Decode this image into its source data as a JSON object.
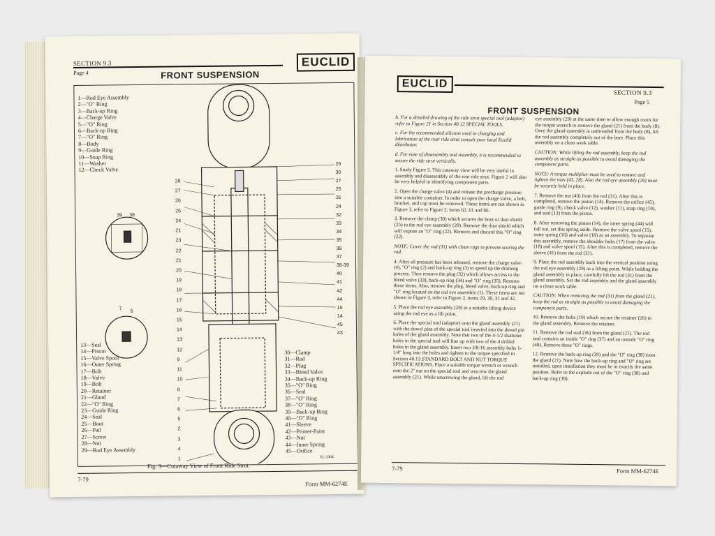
{
  "left_page": {
    "section": "SECTION 9.3",
    "page_label": "Page 4",
    "logo": "EUCLID",
    "title": "FRONT SUSPENSION",
    "figure_caption": "Fig. 3—Cutaway View of Front Ride Strut",
    "figure_code": "EL-1304",
    "footer_left": "7-79",
    "footer_right": "Form MM-6274E",
    "legend_top": [
      "1—Rod Eye Assembly",
      "2—\"O\" Ring",
      "3—Back-up Ring",
      "4—Charge Valve",
      "5—\"O\" Ring",
      "6—Back-up Ring",
      "7—\"O\" Ring",
      "8—Body",
      "9—Guide Ring",
      "10—Snap Ring",
      "11—Washer",
      "12—Check Valve"
    ],
    "legend_bottom_left": [
      "13—Seal",
      "14—Piston",
      "15—Valve Spool",
      "16—Outer Spring",
      "17—Bolt",
      "18—Valve",
      "19—Bolt",
      "20—Retainer",
      "21—Gland",
      "22—\"O\" Ring",
      "23—Guide Ring",
      "24—Seal",
      "25—Boot",
      "26—Pad",
      "27—Screw",
      "28—Nut",
      "29—Rod Eye Assembly"
    ],
    "legend_bottom_right": [
      "30—Clamp",
      "31—Rod",
      "32—Plug",
      "33—Bleed Valve",
      "34—Back-up Ring",
      "35—\"O\" Ring",
      "36—Seal",
      "37—\"O\" Ring",
      "38—\"O\" Ring",
      "39—Back-up Ring",
      "40—\"O\" Ring",
      "41—Sleeve",
      "42—Primer-Paint",
      "43—Nut",
      "44—Inner Spring",
      "45—Orifice"
    ],
    "callouts_left": [
      "28",
      "27",
      "26",
      "25",
      "24",
      "21",
      "23",
      "22",
      "21",
      "20",
      "19",
      "18",
      "17",
      "16",
      "15",
      "14",
      "13",
      "12",
      "9",
      "11",
      "10",
      "8",
      "7",
      "6",
      "5",
      "2",
      "3",
      "4",
      "1"
    ],
    "callouts_right": [
      "29",
      "30",
      "27",
      "25",
      "31",
      "24",
      "32",
      "33",
      "34",
      "35",
      "36",
      "37",
      "38-39",
      "40",
      "41",
      "42",
      "44",
      "15",
      "14",
      "45",
      "43"
    ],
    "detail_labels": [
      "39",
      "38",
      "7",
      "6"
    ]
  },
  "right_page": {
    "logo": "EUCLID",
    "section": "SECTION 9.3",
    "page_label": "Page 5",
    "title": "FRONT SUSPENSION",
    "footer_left": "7-79",
    "footer_right": "Form MM-6274E",
    "col1": [
      {
        "k": "note",
        "t": "b.  For a detailed drawing of the ride strut special tool (adaptor) refer to Figure 21 in Section 40.12 SPECIAL TOOLS."
      },
      {
        "k": "note",
        "t": "c.  For the recommended silicone used in charging and lubrication of the rear ride strut consult your local Euclid distributor."
      },
      {
        "k": "note",
        "t": "d.  For ease of disassembly and assembly, it is recommended to secure the ride strut vertically."
      },
      {
        "k": "item",
        "t": "1.  Study Figure 3. This cutaway view will be very useful in assembly and disassembly of the rear ride strut. Figure 2 will also be very helpful in identifying component parts."
      },
      {
        "k": "item",
        "t": "2.  Open the charge valve (4) and release the precharge pressure into a suitable container. In order to open the charge valve, a bolt, bracket, and cap must be removed. These items are not shown in Figure 3, refer to Figure 2, items 62, 61 and 66."
      },
      {
        "k": "item",
        "t": "3.  Remove the clamp (30) which secures the boot or dust shield (25) to the rod eye assembly (29). Remove the dust shield which will expose an \"O\" ring (22). Remove and discard this \"O\" ring (22)."
      },
      {
        "k": "note",
        "t": "NOTE:  Cover the rod (31) with clean rags to prevent scoring the rod."
      },
      {
        "k": "item",
        "t": "4.  After all pressure has been released, remove the charge valve (4), \"O\" ring (2) and back-up ring (3) to speed up the draining process. Then remove the plug (32) which allows access to the bleed valve (33), back-up ring (34) and \"O\" ring (35). Remove these items. Also, remove the plug, bleed valve, back-up ring and \"O\" ring located on the rod eye assembly (1). These items are not shown in Figure 3, refer to Figure 2, items 29, 30, 31 and 32."
      },
      {
        "k": "item",
        "t": "5.  Place the rod eye assembly (29) in a suitable lifting device using the rod eye as a lift point."
      },
      {
        "k": "item",
        "t": "6.  Place the special tool (adaptor) onto the gland assembly (21) with the dowel pins of the special tool inserted into the dowel pin holes of the gland assembly. Note that two of the 4-1/2 diameter holes in the special tool will line up with two of the 4 drilled holes in the gland assembly. Insert two 3/8-16 assembly bolts 1-1/4\" long into the holes and tighten to the torque specified in Section 40.13 STANDARD BOLT AND NUT TORQUE SPECIFICATIONS. Place a suitable torque wrench or wrench onto the 2\" nut on the special tool and unscrew the gland assembly (21). While unscrewing the gland, lift the rod"
      }
    ],
    "col2": [
      {
        "k": "item",
        "t": "eye assembly (29) at the same time to allow enough room for the torque wrench to remove the gland (21) from the body (8). Once the gland assembly is unthreaded from the body (8), lift the rod assembly completely out of the bore. Place this assembly on a clean work table."
      },
      {
        "k": "note",
        "t": "CAUTION:  While lifting the rod assembly, keep the rod assembly as straight as possible to avoid damaging the component parts."
      },
      {
        "k": "note",
        "t": "NOTE:  A torque multiplier must be used to remove and tighten the nuts (43, 28). Also the rod eye assembly (29) must be securely held in place."
      },
      {
        "k": "item",
        "t": "7.  Remove the nut (43) from the rod (31). After this is completed, remove the piston (14). Remove the orifice (45), guide ring (9), check valve (12), washer (11), snap ring (10), and seal (13) from the piston."
      },
      {
        "k": "item",
        "t": "8.  After removing the piston (14), the inner spring (44) will fall out, set this spring aside. Remove the valve spool (15), outer spring (16) and valve (18) as an assembly. To separate this assembly, remove the shoulder bolts (17) from the valve (18) and valve spool (15). After this is completed, remove the sleeve (41) from the rod (31)."
      },
      {
        "k": "item",
        "t": "9.  Place the rod assembly back into the vertical position using the rod eye assembly (29) as a lifting point. While holding the gland assembly in place, carefully lift the rod (31) from the gland assembly. Set the rod assembly and the gland assembly on a clean work table."
      },
      {
        "k": "note",
        "t": "CAUTION:  When removing the rod (31) from the gland (21), keep the rod as straight as possible to avoid damaging the component parts."
      },
      {
        "k": "item",
        "t": "10.  Remove the bolts (19) which secure the retainer (20) to the gland assembly. Remove the retainer."
      },
      {
        "k": "item",
        "t": "11.  Remove the rod seal (36) from the gland (21). The rod seal contains an inside \"O\" ring (37) and an outside \"O\" ring (40). Remove these \"O\" rings."
      },
      {
        "k": "item",
        "t": "12.  Remove the back-up ring (39) and the \"O\" ring (38) from the gland (21). Note how the back-up ring and \"O\" ring are installed, upon installation they must be in exactly the same position. Refer to the explode out of the \"O\" ring (38) and back-up ring (39)."
      }
    ]
  }
}
